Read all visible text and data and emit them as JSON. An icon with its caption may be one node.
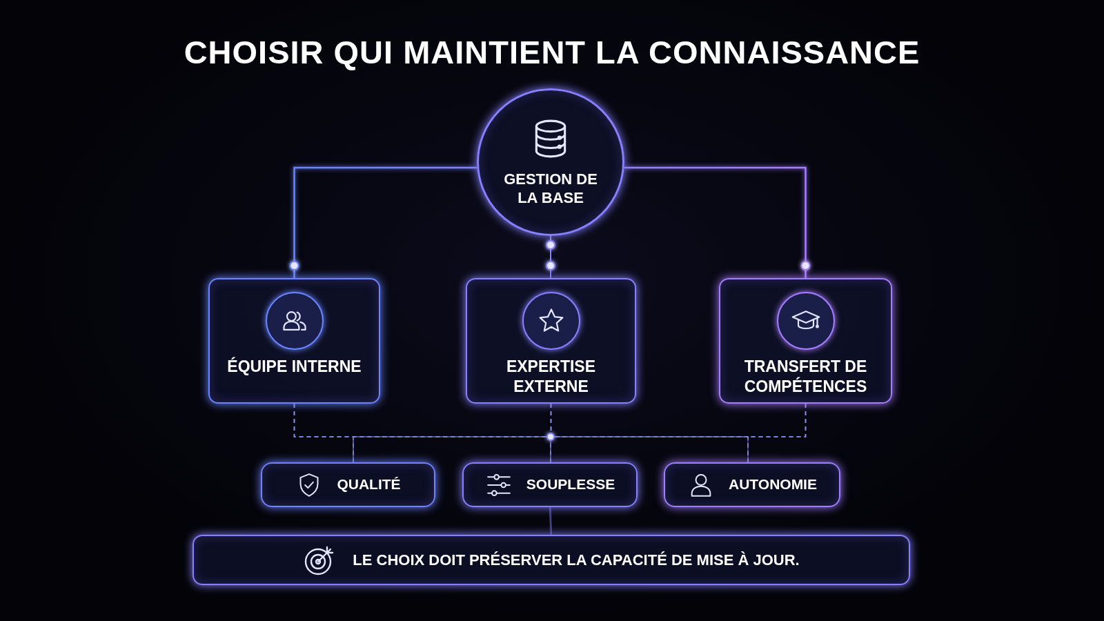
{
  "diagram": {
    "title": "CHOISIR QUI MAINTIENT LA CONNAISSANCE",
    "nodes": [
      {
        "text": [
          "GESTION DE LA BASE"
        ]
      },
      {
        "text": [
          "ÉQUIPE INTERNE"
        ]
      },
      {
        "text": [
          "EXPERTISE EXTERNE"
        ]
      },
      {
        "text": [
          "TRANSFERT DE COMPÉTENCES"
        ]
      },
      {
        "text": [
          "QUALITÉ"
        ]
      },
      {
        "text": [
          "SOUPLESSE"
        ]
      },
      {
        "text": [
          "AUTONOMIE"
        ]
      },
      {
        "text": [
          "LE CHOIX DOIT PRÉSERVER LA CAPACITÉ DE MISE À JOUR."
        ]
      }
    ],
    "edges": [
      {
        "from": 0,
        "to": 1,
        "arrow": "none"
      },
      {
        "from": 0,
        "to": 2,
        "arrow": "none"
      },
      {
        "from": 0,
        "to": 3,
        "arrow": "none"
      },
      {
        "from": 1,
        "to": 4,
        "arrow": "none",
        "style": "dashed"
      },
      {
        "from": 1,
        "to": 5,
        "arrow": "none",
        "style": "dashed"
      },
      {
        "from": 1,
        "to": 6,
        "arrow": "none",
        "style": "dashed"
      },
      {
        "from": 2,
        "to": 4,
        "arrow": "none",
        "style": "dashed"
      },
      {
        "from": 2,
        "to": 5,
        "arrow": "none",
        "style": "dashed"
      },
      {
        "from": 2,
        "to": 6,
        "arrow": "none",
        "style": "dashed"
      },
      {
        "from": 3,
        "to": 4,
        "arrow": "none",
        "style": "dashed"
      },
      {
        "from": 3,
        "to": 5,
        "arrow": "none",
        "style": "dashed"
      },
      {
        "from": 3,
        "to": 6,
        "arrow": "none",
        "style": "dashed"
      },
      {
        "from": 5,
        "to": 7,
        "arrow": "none"
      }
    ]
  }
}
